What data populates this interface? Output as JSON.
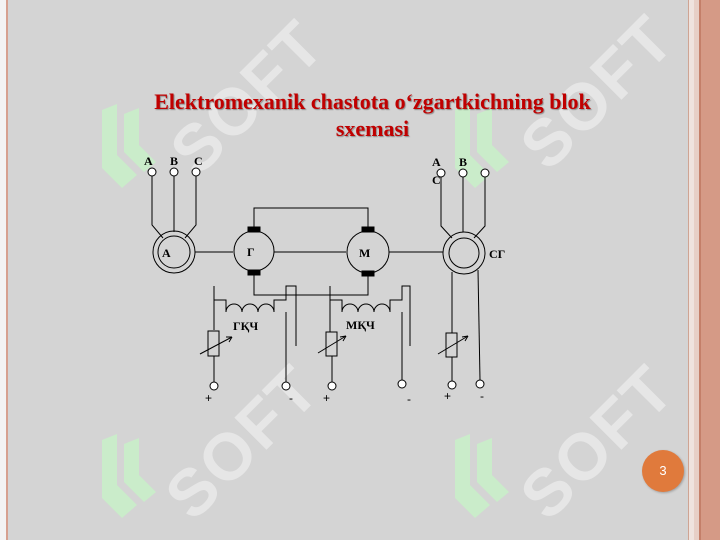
{
  "slide": {
    "title": "Elektromexanik chastota o‘zgartkichning blok sxemasi",
    "page_number": "3"
  },
  "watermark": {
    "text": "SOFT",
    "color": "#ffffff",
    "logo_icon": "double-hook-logo-icon"
  },
  "colors": {
    "title": "#c00000",
    "background": "#d4d4d4",
    "badge": "#e07a3c",
    "logo": "#c8f0c8"
  },
  "diagram": {
    "left_terminals": [
      "A",
      "B",
      "C"
    ],
    "right_terminals": [
      "A",
      "B",
      "C"
    ],
    "motor_a_label": "A",
    "generator_label": "Г",
    "motor_label": "M",
    "sync_generator_label": "CГ",
    "gen_winding_label": "ГҚЧ",
    "motor_winding_label": "МҚЧ",
    "supply_signs": [
      "+",
      "-",
      "+",
      "-",
      "+",
      "-"
    ]
  }
}
